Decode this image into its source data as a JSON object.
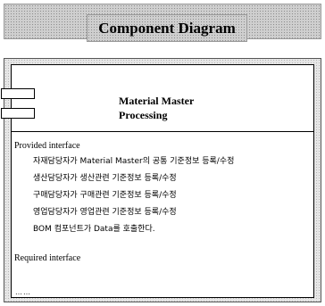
{
  "title": "Component Diagram",
  "component": {
    "name_line1": "Material Master",
    "name_line2": "Processing",
    "provided_interface_label": "Provided interface",
    "provided_items": [
      "자재담당자가 Material Master의 공통 기준정보 등록/수정",
      "생산담당자가 생산관련 기준정보 등록/수정",
      "구매담당자가 구매관련 기준정보 등록/수정",
      "영업담당자가 영업관련 기준정보 등록/수정",
      "BOM 컴포넌트가 Data를 호출한다."
    ],
    "required_interface_label": "Required interface",
    "trailing_dots": "……"
  }
}
